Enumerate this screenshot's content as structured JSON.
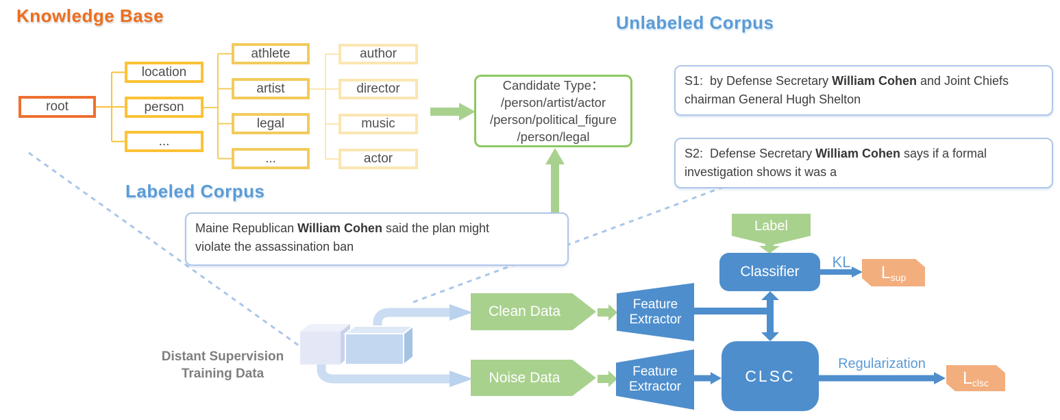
{
  "titles": {
    "knowledge_base": "Knowledge Base",
    "unlabeled_corpus": "Unlabeled Corpus",
    "labeled_corpus": "Labeled Corpus"
  },
  "kb_tree": {
    "root": "root",
    "level2": [
      "location",
      "person",
      "..."
    ],
    "level3": [
      "athlete",
      "artist",
      "legal",
      "..."
    ],
    "level4": [
      "author",
      "director",
      "music",
      "actor"
    ]
  },
  "candidate_box": {
    "line1": "Candidate Type：",
    "line2": "/person/artist/actor",
    "line3": "/person/political_figure",
    "line4": "/person/legal"
  },
  "unlabeled_corpus": {
    "s1": {
      "prefix": "S1:  by Defense Secretary ",
      "entity": "William Cohen",
      "suffix": " and Joint Chiefs\nchairman General Hugh Shelton"
    },
    "s2": {
      "prefix": "S2:  Defense Secretary ",
      "entity": "William Cohen",
      "suffix": " says if a formal\ninvestigation shows it was a"
    }
  },
  "labeled_corpus": {
    "sentence": {
      "prefix": "Maine Republican ",
      "entity": "William Cohen",
      "suffix": " said the plan might\nviolate the assassination ban"
    }
  },
  "pipeline": {
    "distant_supervision_line1": "Distant Supervision",
    "distant_supervision_line2": "Training Data",
    "clean_data": "Clean Data",
    "noise_data": "Noise Data",
    "feature_extractor_line1": "Feature",
    "feature_extractor_line2": "Extractor",
    "label": "Label",
    "classifier": "Classifier",
    "clsc": "CLSC",
    "kl": "KL",
    "regularization": "Regularization",
    "loss_sup": {
      "base": "L",
      "sub": "sup"
    },
    "loss_clsc": {
      "base": "L",
      "sub": "clsc"
    }
  },
  "colors": {
    "orange_title": "#ED6E1E",
    "root_border": "#ED7031",
    "gold_level2": "#FCC235",
    "gold_level3": "#F2CB5C",
    "gold_level4": "#FAE6B2",
    "blue_title": "#5B9BD5",
    "box_blue": "#4E8ECD",
    "green_shape": "#A9D18E",
    "candidate_green": "#8CC860",
    "loss_orange": "#F2AE7D",
    "pipe_blue": "#CBDDF2",
    "dashed_blue": "#A9C6E8",
    "corpus_border": "#AEC6E8",
    "gray_text": "#7F7F7F"
  }
}
